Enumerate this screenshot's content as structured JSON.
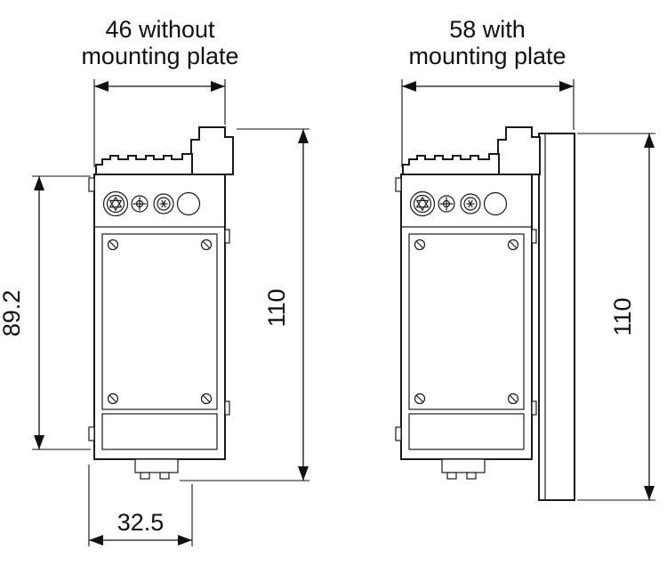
{
  "figure": {
    "left_view": {
      "width_label_line1": "46 without",
      "width_label_line2": "mounting plate",
      "height_inner": "89.2",
      "height_total": "110",
      "width_bottom": "32.5"
    },
    "right_view": {
      "width_label_line1": "58 with",
      "width_label_line2": "mounting plate",
      "height_total": "110"
    }
  }
}
